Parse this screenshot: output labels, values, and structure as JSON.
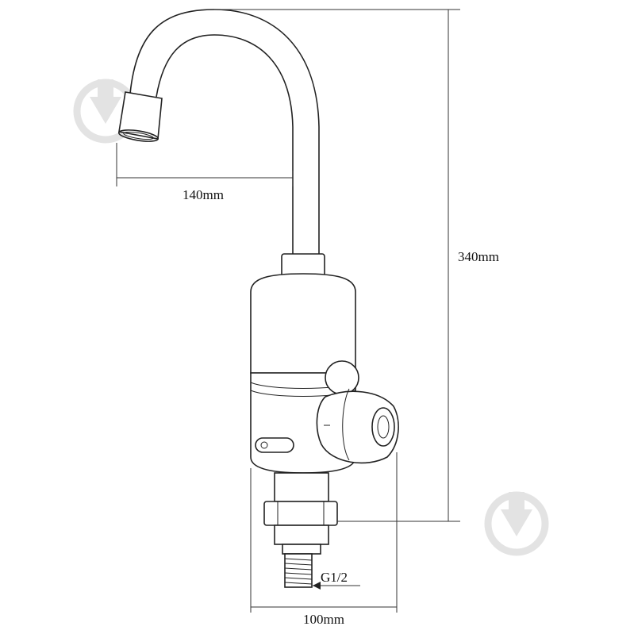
{
  "dimensions": {
    "spout_reach": "140mm",
    "total_height": "340mm",
    "base_width": "100mm",
    "thread_size": "G1/2"
  },
  "watermark": {
    "icon": "watermark-logo-icon",
    "color": "#e3e3e3"
  },
  "colors": {
    "line": "#222222",
    "background": "#ffffff"
  }
}
